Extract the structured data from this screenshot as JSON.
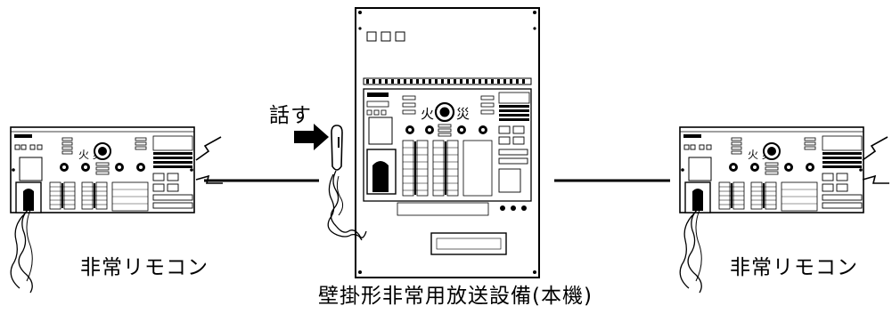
{
  "labels": {
    "talk": "話す",
    "left_remote": "非常リモコン",
    "right_remote": "非常リモコン",
    "main_unit": "壁掛形非常用放送設備(本機)"
  },
  "panel_text": {
    "fire_left": "火",
    "fire_right": "災"
  },
  "colors": {
    "line": "#000000",
    "background": "#ffffff"
  },
  "icons": [
    "speech-arrow-icon",
    "microphone-icon",
    "signal-burst-icon"
  ]
}
